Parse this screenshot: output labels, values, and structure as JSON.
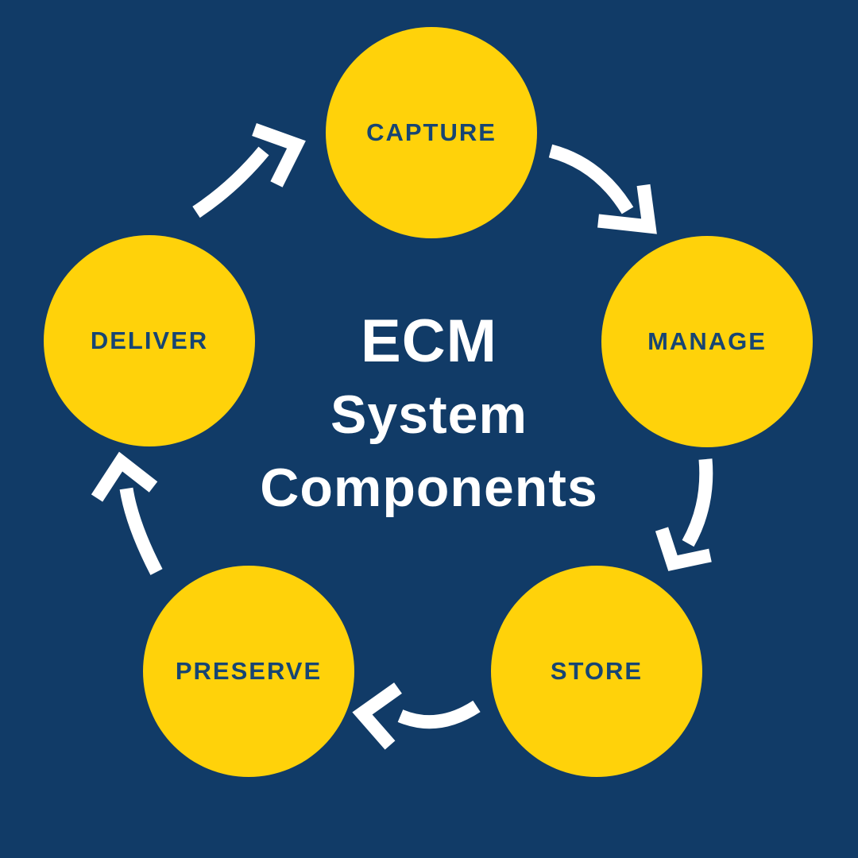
{
  "title": {
    "line1": "ECM",
    "line2": "System",
    "line3": "Components"
  },
  "nodes": [
    {
      "id": "capture",
      "label": "CAPTURE"
    },
    {
      "id": "manage",
      "label": "MANAGE"
    },
    {
      "id": "store",
      "label": "STORE"
    },
    {
      "id": "preserve",
      "label": "PRESERVE"
    },
    {
      "id": "deliver",
      "label": "DELIVER"
    }
  ],
  "cycle_order": [
    "CAPTURE",
    "MANAGE",
    "STORE",
    "PRESERVE",
    "DELIVER"
  ],
  "colors": {
    "background": "#113B67",
    "circle_fill": "#FFD20A",
    "circle_label": "#174573",
    "arrow": "#FFFFFF",
    "title_text": "#FFFFFF"
  }
}
